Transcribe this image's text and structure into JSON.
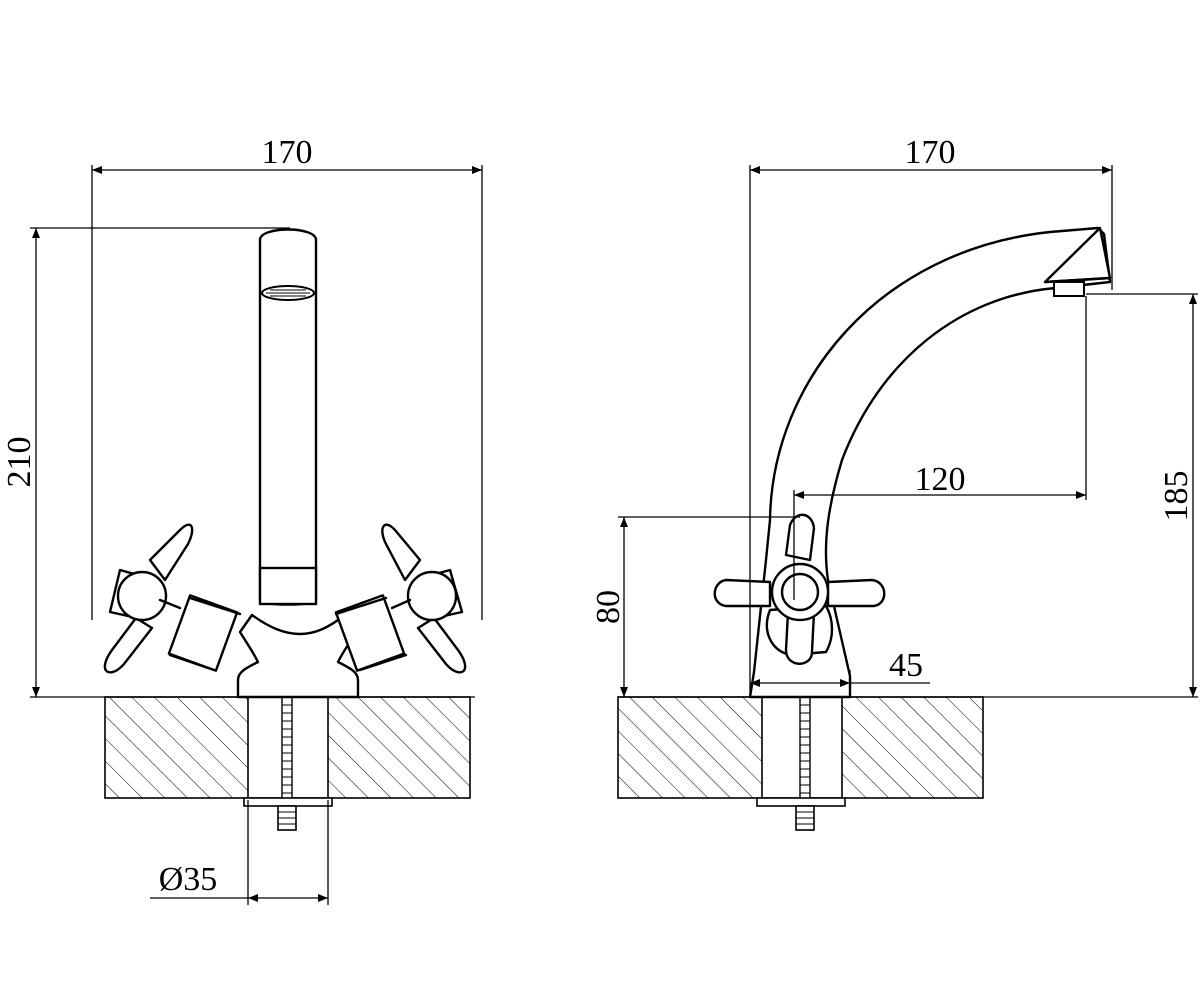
{
  "front_view": {
    "width_dim": "170",
    "height_dim": "210",
    "diameter_dim": "Ø35"
  },
  "side_view": {
    "width_dim": "170",
    "reach_dim": "120",
    "spout_height_dim": "185",
    "handle_height_dim": "80",
    "base_dim": "45"
  }
}
